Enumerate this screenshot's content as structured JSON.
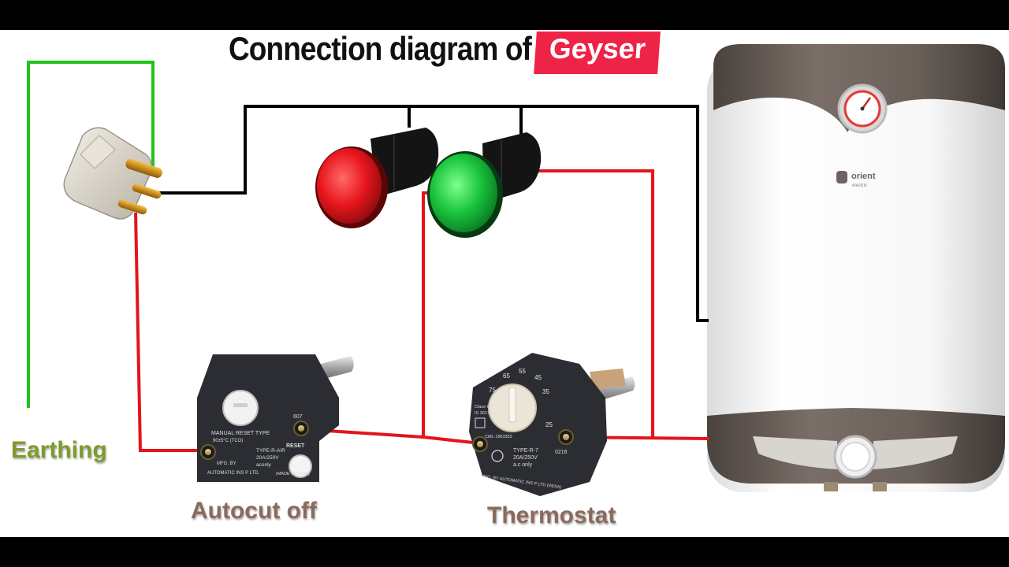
{
  "title": {
    "main": "Connection diagram of",
    "highlight": "Geyser"
  },
  "labels": {
    "earthing": "Earthing",
    "autocut": "Autocut off",
    "thermostat": "Thermostat"
  },
  "heater": {
    "brand": "orient",
    "brand_sub": "electric"
  },
  "autocut_device": {
    "line1": "MANUAL RESET TYPE",
    "line2": "90±5°C (TCO)",
    "num": "607",
    "reset": "RESET",
    "type": "TYPE-R-AIR",
    "rating": "20A/250V",
    "ac": "aconly",
    "mfg": "MFG. BY",
    "maker": "AUTOMATIC INS P LTD.",
    "made": "(MADE IN INDIA)"
  },
  "thermostat_device": {
    "dial": [
      "75",
      "65",
      "55",
      "45",
      "35",
      "25"
    ],
    "class": "Class-II",
    "std": "IS 3017",
    "cml": "CML-1963352",
    "type": "TYPE-R-7",
    "rating": "20A/250V",
    "ac": "a.c only",
    "code": "0216",
    "maker": "MFG. BY AUTOMATIC INS P LTD (INDIA)"
  },
  "colors": {
    "wire_earth": "#22c31a",
    "wire_phase": "#e5141b",
    "wire_neutral": "#000000",
    "title_tag": "#ef2346",
    "lamp_red": "#e8161c",
    "lamp_green": "#19c43c"
  }
}
